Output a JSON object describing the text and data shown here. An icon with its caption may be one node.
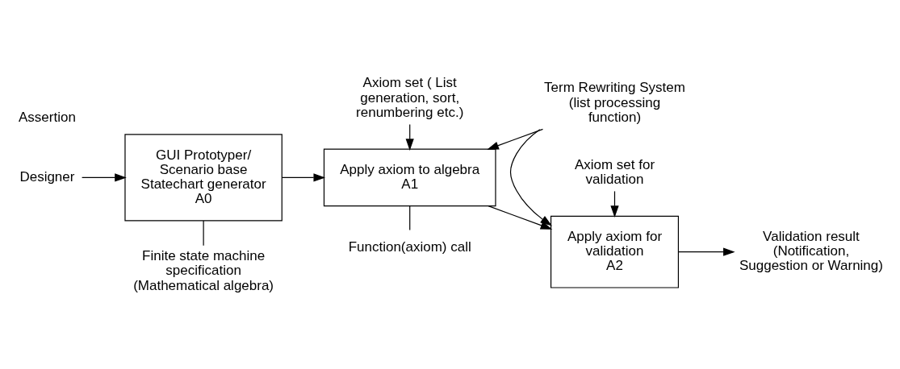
{
  "diagram": {
    "nodes": [
      {
        "text": [
          "Designer"
        ]
      },
      {
        "text": [
          "GUI Prototyper/ Scenario base Statechart generator",
          "A0"
        ]
      },
      {
        "text": [
          "Axiom set ( List generation, sort, renumbering etc.)"
        ]
      },
      {
        "text": [
          "Axiom set for validation"
        ]
      },
      {
        "text": [
          "Apply axiom to algebra",
          "A1"
        ]
      },
      {
        "text": [
          "Apply axiom for validation",
          "A2"
        ]
      },
      {
        "text": [
          "Validation result (Notification, Suggestion or Warning)"
        ]
      },
      {
        "text": [
          "Finite state machine specification (Mathematical algebra)"
        ]
      },
      {
        "text": [
          "Function(axiom) call"
        ]
      },
      {
        "text": [
          "Term Rewriting System (list processing function)"
        ]
      }
    ],
    "edges": [
      {
        "from": 0,
        "to": 1,
        "arrow": "to"
      },
      {
        "from": 1,
        "to": 4,
        "arrow": "to"
      },
      {
        "from": 2,
        "to": 4,
        "arrow": "to"
      },
      {
        "from": 4,
        "to": 5,
        "arrow": "to"
      },
      {
        "from": 3,
        "to": 5,
        "arrow": "to"
      },
      {
        "from": 5,
        "to": 6,
        "arrow": "to"
      },
      {
        "from": 9,
        "to": 4,
        "arrow": "to"
      },
      {
        "from": 9,
        "to": 5,
        "arrow": "to"
      },
      {
        "from": 7,
        "to": 1,
        "arrow": "none"
      },
      {
        "from": 8,
        "to": 4,
        "arrow": "none"
      }
    ],
    "labels": [
      "Assertion"
    ]
  }
}
